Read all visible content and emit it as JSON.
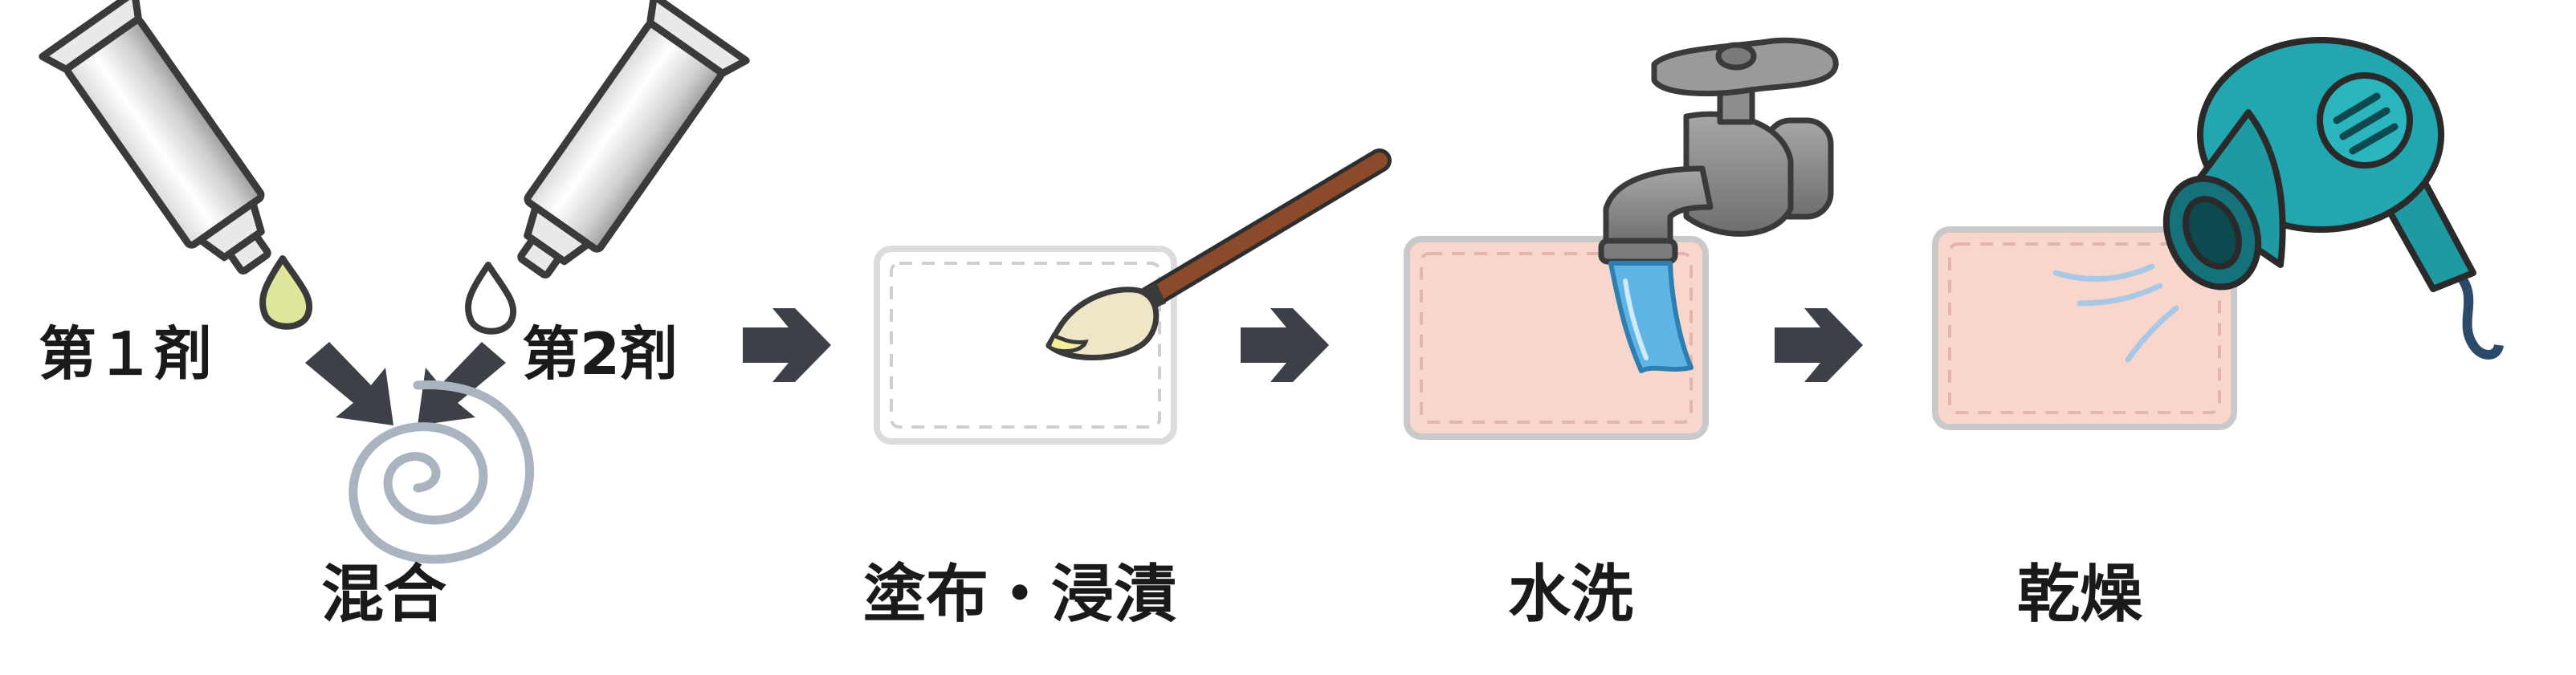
{
  "labels": {
    "agent1": "第１剤",
    "agent2": "第2剤",
    "mix": "混合",
    "apply": "塗布・浸漬",
    "wash": "水洗",
    "dry": "乾燥"
  },
  "colors": {
    "arrow": "#3d4147",
    "paper": "#ffffff",
    "paper_border": "#dcdcdc",
    "cloth": "#f8d6cc",
    "cloth_border": "#c9c9c9",
    "tube": "#e6e6e6",
    "drop_yellow": "#dfe59a",
    "swirl": "#a9b4c0",
    "brush_handle": "#8b4a2b",
    "brush_tip": "#efe6c8",
    "water": "#5fb4e6",
    "faucet": "#8d8d8d",
    "dryer": "#1f9aa3"
  },
  "icons": [
    "tube-icon",
    "drop-icon",
    "swirl-icon",
    "arrow-icon",
    "paper-icon",
    "brush-icon",
    "cloth-icon",
    "faucet-icon",
    "water-stream-icon",
    "hair-dryer-icon",
    "air-flow-icon"
  ]
}
